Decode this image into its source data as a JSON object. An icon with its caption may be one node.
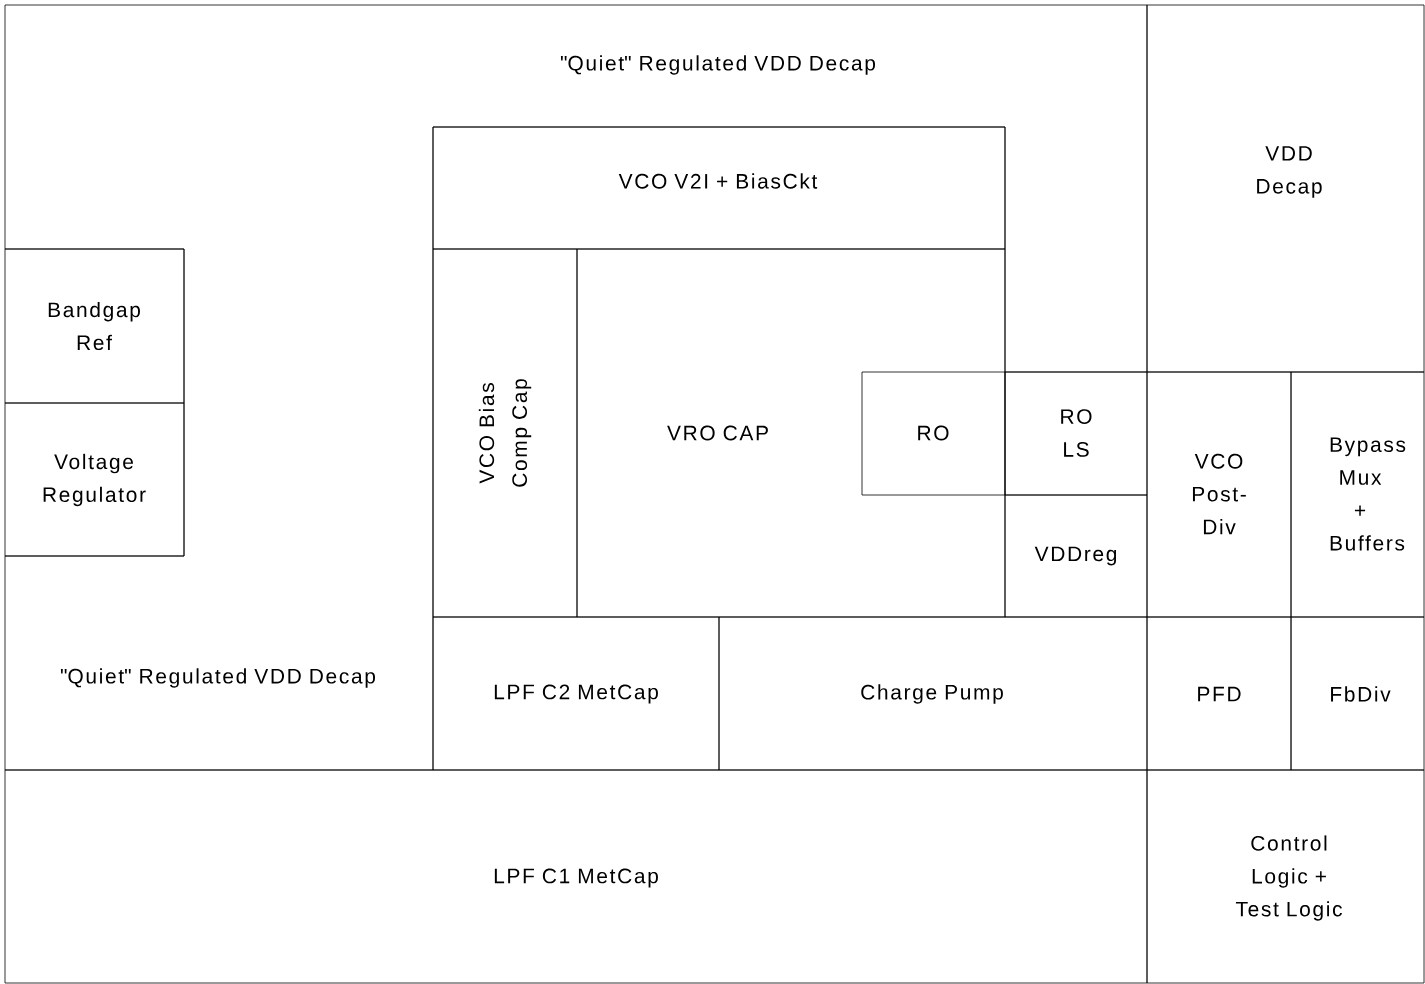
{
  "diagram": {
    "nodes": [
      {
        "text": [
          "\"Quiet\" Regulated VDD Decap",
          "\"Quiet\" Regulated VDD Decap"
        ]
      },
      {
        "text": [
          "VDD Decap"
        ]
      },
      {
        "text": [
          "Bandgap Ref"
        ]
      },
      {
        "text": [
          "Voltage Regulator"
        ]
      },
      {
        "text": [
          "VCO V2I + BiasCkt"
        ]
      },
      {
        "text": [
          "VCO Bias Comp Cap"
        ]
      },
      {
        "text": [
          "VRO CAP"
        ]
      },
      {
        "text": [
          "RO"
        ],
        "in": 6
      },
      {
        "text": [
          "RO LS"
        ]
      },
      {
        "text": [
          "VDDreg"
        ]
      },
      {
        "text": [
          "VCO Post-Div"
        ]
      },
      {
        "text": [
          "Bypass Mux + Buffers"
        ]
      },
      {
        "text": [
          "LPF C2 MetCap"
        ]
      },
      {
        "text": [
          "Charge Pump"
        ]
      },
      {
        "text": [
          "PFD"
        ]
      },
      {
        "text": [
          "FbDiv"
        ]
      },
      {
        "text": [
          "LPF C1 MetCap"
        ]
      },
      {
        "text": [
          "Control Logic + Test Logic"
        ]
      }
    ]
  }
}
